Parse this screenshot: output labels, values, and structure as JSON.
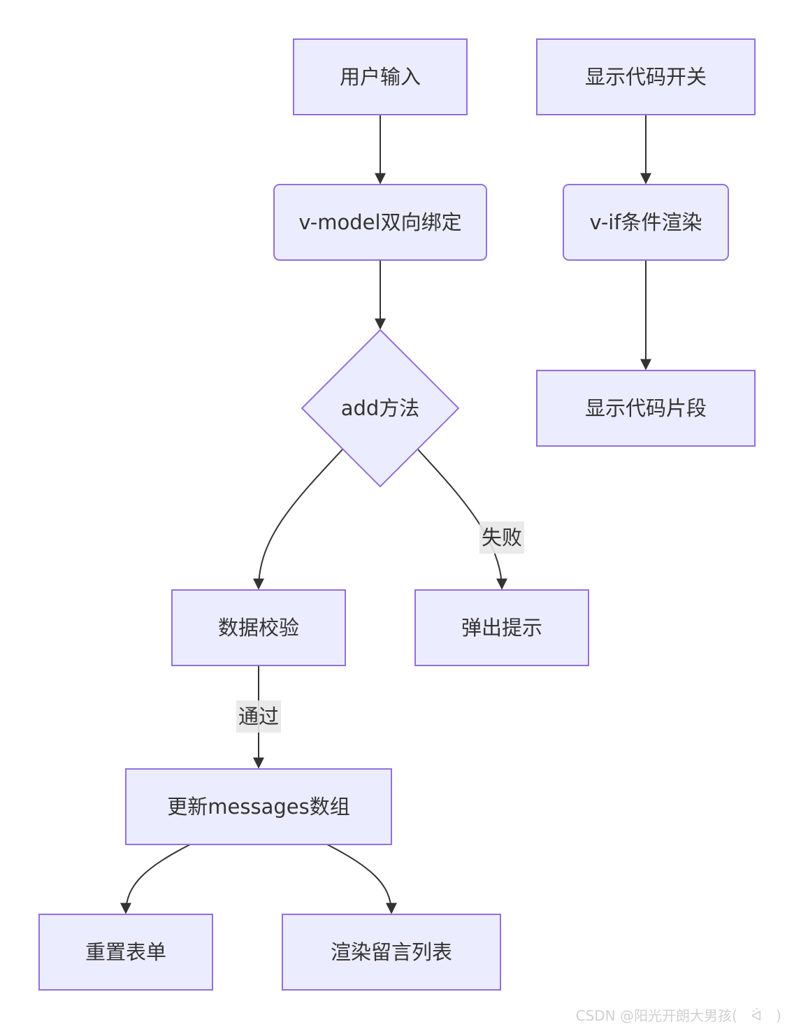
{
  "nodes": {
    "user_input": "用户输入",
    "v_model": "v-model双向绑定",
    "add_method": "add方法",
    "validate": "数据校验",
    "popup_hint": "弹出提示",
    "update_messages": "更新messages数组",
    "reset_form": "重置表单",
    "render_list": "渲染留言列表",
    "code_toggle": "显示代码开关",
    "v_if": "v-if条件渲染",
    "code_snippet": "显示代码片段"
  },
  "edge_labels": {
    "fail": "失败",
    "pass": "通过"
  },
  "watermark": "CSDN @阳光开朗大男孩(　ᐛ　)",
  "colors": {
    "node_fill": "#ECECFF",
    "node_stroke": "#9370DB",
    "edge": "#333333",
    "label_bg": "#e8e8e8"
  }
}
